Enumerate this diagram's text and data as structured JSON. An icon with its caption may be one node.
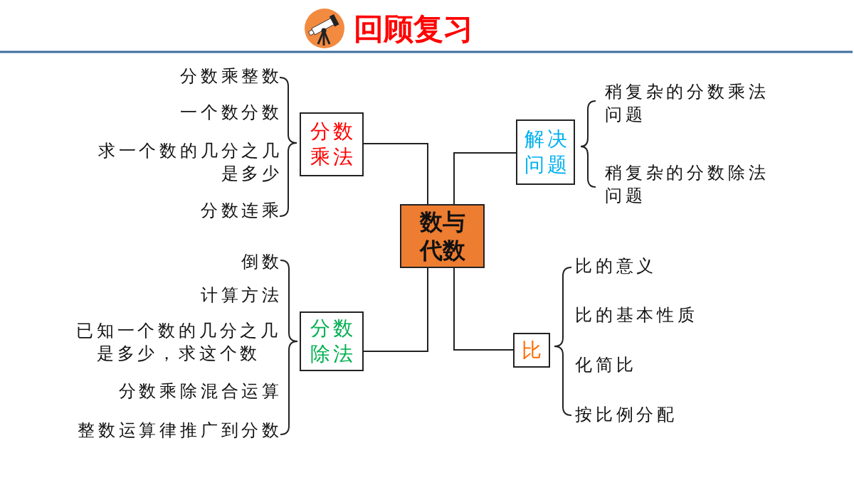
{
  "diagram": {
    "title": "回顾复习",
    "nodes": [
      {
        "text": [
          "分数乘法"
        ]
      },
      {
        "text": [
          "解决问题"
        ]
      },
      {
        "text": [
          "数与代数"
        ]
      },
      {
        "text": [
          "分数除法"
        ]
      },
      {
        "text": [
          "比"
        ]
      }
    ],
    "edges": [
      {
        "from": 2,
        "to": 0,
        "arrow": "none"
      },
      {
        "from": 2,
        "to": 1,
        "arrow": "none"
      },
      {
        "from": 2,
        "to": 3,
        "arrow": "none"
      },
      {
        "from": 2,
        "to": 4,
        "arrow": "none"
      }
    ],
    "labels": [
      "分数乘整数",
      "一个数分数",
      "求一个数的几分之几是多少",
      "分数连乘",
      "稍复杂的分数乘法问题",
      "稍复杂的分数除法问题",
      "倒数",
      "计算方法",
      "已知一个数的几分之几是多少，求这个数",
      "分数乘除混合运算",
      "整数运算律推广到分数",
      "比的意义",
      "比的基本性质",
      "化简比",
      "按比例分配"
    ]
  }
}
